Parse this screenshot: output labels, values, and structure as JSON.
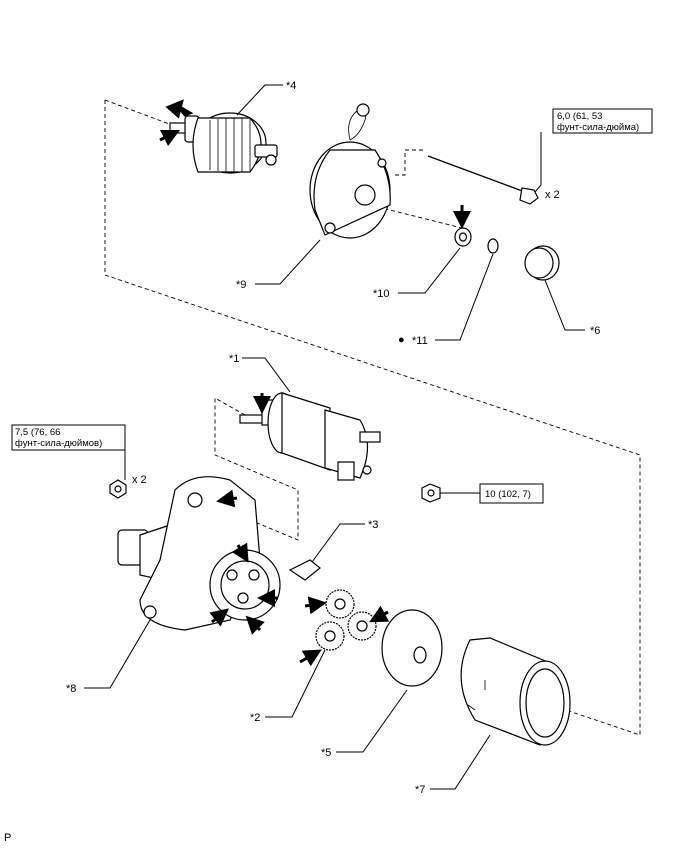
{
  "labels": {
    "p1": "*1",
    "p2": "*2",
    "p3": "*3",
    "p4": "*4",
    "p5": "*5",
    "p6": "*6",
    "p7": "*7",
    "p8": "*8",
    "p9": "*9",
    "p10": "*10",
    "p11": "*11"
  },
  "bullet": "●",
  "torque": {
    "bolt_line1": "6,0 (61, 53",
    "bolt_line2": "фунт-сила-дюйма)",
    "bolt_qty": "x 2",
    "nut_line1": "7,5 (76, 66",
    "nut_line2": "фунт-сила-дюймов)",
    "nut_qty": "x 2",
    "terminal_nut": "10 (102, 7)"
  },
  "footer": "P"
}
